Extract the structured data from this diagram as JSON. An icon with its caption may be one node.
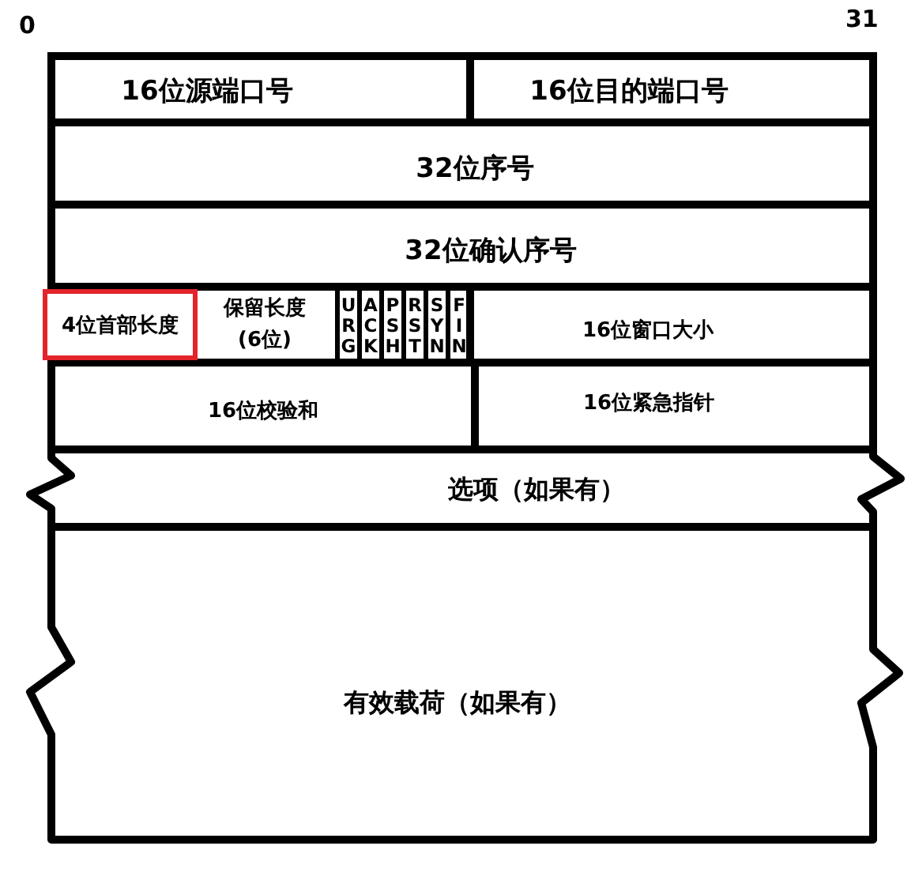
{
  "diagram": {
    "nodes": [
      {
        "text": [
          "16位源端口号"
        ]
      },
      {
        "text": [
          "16位目的端口号"
        ]
      },
      {
        "text": [
          "32位序号"
        ]
      },
      {
        "text": [
          "32位确认序号"
        ]
      },
      {
        "text": [
          "4位首部长度"
        ]
      },
      {
        "text": [
          "保留长度(6位)"
        ]
      },
      {
        "text": [
          "URG"
        ]
      },
      {
        "text": [
          "ACK"
        ]
      },
      {
        "text": [
          "PSH"
        ]
      },
      {
        "text": [
          "RST"
        ]
      },
      {
        "text": [
          "SYN"
        ]
      },
      {
        "text": [
          "FIN"
        ]
      },
      {
        "text": [
          "16位窗口大小"
        ]
      },
      {
        "text": [
          "16位校验和"
        ]
      },
      {
        "text": [
          "16位紧急指针"
        ]
      },
      {
        "text": [
          "选项（如果有）"
        ]
      },
      {
        "text": [
          "有效载荷（如果有）"
        ]
      }
    ],
    "labels": [
      "0",
      "31"
    ]
  }
}
